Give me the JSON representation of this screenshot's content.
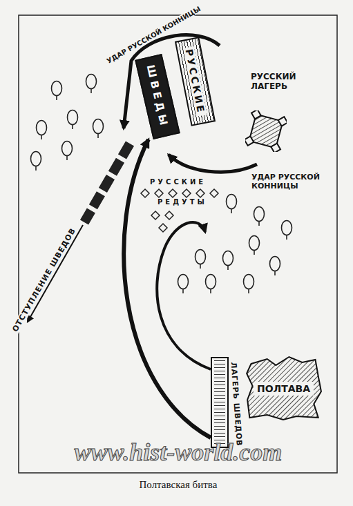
{
  "diagram": {
    "caption": "Полтавская битва",
    "nodes": [
      {
        "text": [
          "ШВЕДЫ"
        ]
      },
      {
        "text": [
          "РУССКИЕ"
        ]
      },
      {
        "text": [
          "РУССКИЙ ЛАГЕРЬ"
        ]
      },
      {
        "text": [
          "ЛАГЕРЬ ШВЕДОВ"
        ]
      },
      {
        "text": [
          "ПОЛТАВА"
        ]
      }
    ],
    "edges": [
      {
        "from": 3,
        "to": 0,
        "arrow": "to"
      }
    ],
    "labels": [
      "УДАР РУССКОЙ КОННИЦЫ",
      "УДАР РУССКОЙ КОННИЦЫ",
      "РУССКИЕ",
      "РЕДУТЫ",
      "ОТСТУПЛЕНИЕ ШВЕДОВ",
      "www.hist-world.com"
    ]
  }
}
